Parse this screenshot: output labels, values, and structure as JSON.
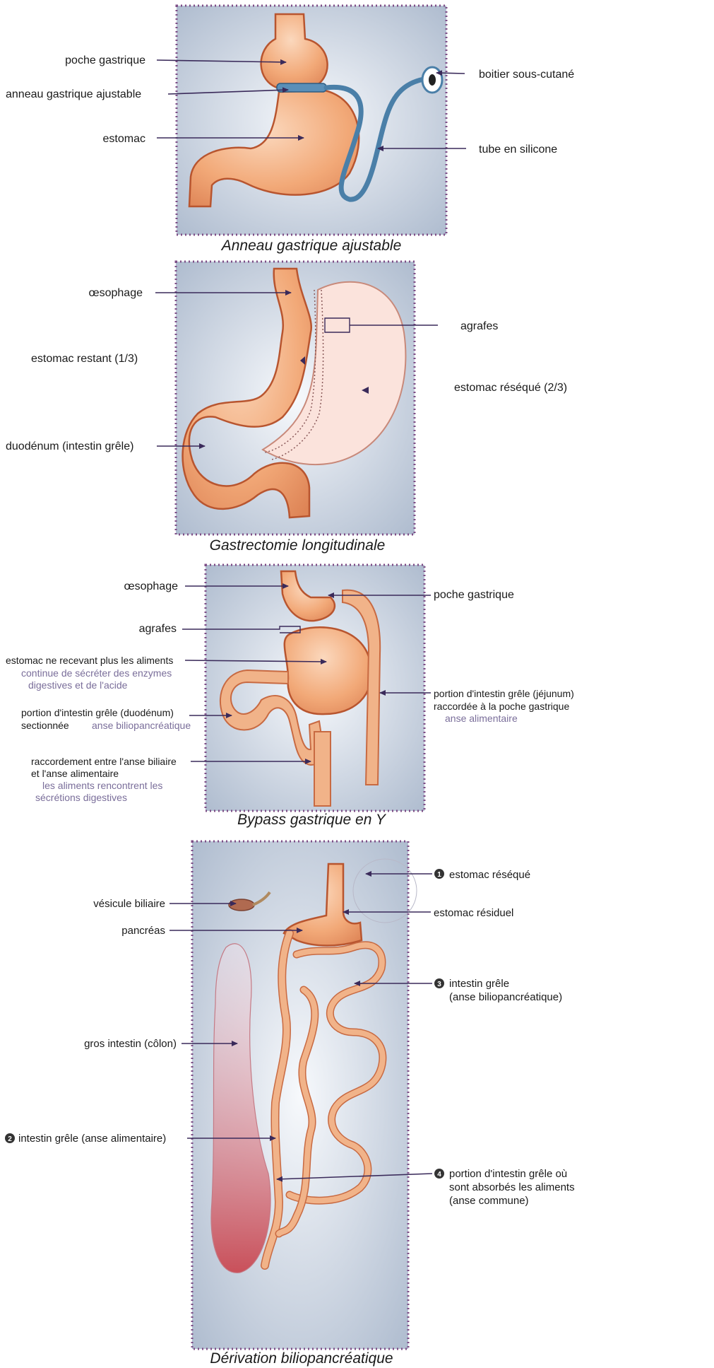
{
  "panels": [
    {
      "caption": "Anneau gastrique ajustable",
      "labels": {
        "poche": "poche gastrique",
        "anneau": "anneau gastrique ajustable",
        "estomac": "estomac",
        "boitier": "boitier sous-cutané",
        "tube": "tube en silicone"
      }
    },
    {
      "caption": "Gastrectomie longitudinale",
      "labels": {
        "oesophage": "œsophage",
        "agrafes": "agrafes",
        "restant": "estomac restant (1/3)",
        "reseque": "estomac réséqué (2/3)",
        "duodenum": "duodénum (intestin grêle)"
      }
    },
    {
      "caption": "Bypass gastrique en Y",
      "labels": {
        "oesophage": "œsophage",
        "poche": "poche gastrique",
        "agrafes": "agrafes",
        "estomac_1": "estomac ne recevant plus les aliments",
        "estomac_2": "continue de sécréter des enzymes",
        "estomac_3": "digestives et de l'acide",
        "jejunum_1": "portion d'intestin grêle (jéjunum)",
        "jejunum_2": "raccordée à la poche gastrique",
        "jejunum_3": "anse alimentaire",
        "duodenum_1": "portion d'intestin grêle (duodénum)",
        "duodenum_2": "sectionnée",
        "duodenum_3": "anse biliopancréatique",
        "raccord_1": "raccordement entre l'anse biliaire",
        "raccord_2": "et l'anse alimentaire",
        "raccord_3": "les aliments rencontrent les",
        "raccord_4": "sécrétions digestives"
      }
    },
    {
      "caption": "Dérivation biliopancréatique",
      "labels": {
        "n1": "1",
        "estomac_reseque": "estomac réséqué",
        "vesicule": "vésicule biliaire",
        "residuel": "estomac résiduel",
        "pancreas": "pancréas",
        "n3": "3",
        "grele_bp_1": "intestin grêle",
        "grele_bp_2": "(anse biliopancréatique)",
        "colon": "gros intestin (côlon)",
        "n2": "2",
        "grele_alim": "intestin grêle (anse alimentaire)",
        "n4": "4",
        "commune_1": "portion d'intestin grêle où",
        "commune_2": "sont absorbés les aliments",
        "commune_3": "(anse commune)"
      }
    }
  ],
  "colors": {
    "frame": "#7d4d86",
    "pointer": "#3a2a5a",
    "organ": "#f1a57a",
    "organ_outline": "#b8552f",
    "tube": "#4a7fa8",
    "subtext": "#7a6e9a"
  }
}
